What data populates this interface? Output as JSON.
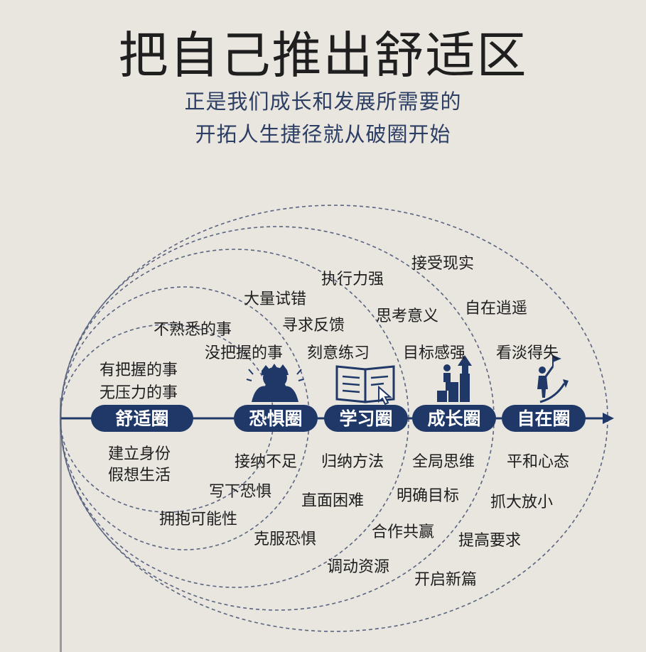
{
  "title": "把自己推出舒适区",
  "subtitle_lines": [
    "正是我们成长和发展所需要的",
    "开拓人生捷径就从破圈开始"
  ],
  "zones": [
    {
      "name": "舒适圈",
      "icon": null
    },
    {
      "name": "恐惧圈",
      "icon": "fearful-person-icon"
    },
    {
      "name": "学习圈",
      "icon": "book-cursor-icon"
    },
    {
      "name": "成长圈",
      "icon": "climbing-steps-arrow-icon"
    },
    {
      "name": "自在圈",
      "icon": "flag-person-icon"
    }
  ],
  "comfort": {
    "top": [
      "有把握的事",
      "无压力的事"
    ],
    "bottom": [
      "建立身份",
      "假想生活"
    ]
  },
  "fear": {
    "top": [
      "不熟悉的事",
      "没把握的事"
    ],
    "bottom": [
      "接纳不足",
      "写下恐惧",
      "拥抱可能性"
    ]
  },
  "learning": {
    "top": [
      "大量试错",
      "寻求反馈",
      "刻意练习"
    ],
    "bottom": [
      "归纳方法",
      "直面困难",
      "克服恐惧"
    ]
  },
  "growth": {
    "top": [
      "执行力强",
      "思考意义",
      "目标感强"
    ],
    "bottom": [
      "全局思维",
      "明确目标",
      "合作共赢",
      "调动资源"
    ]
  },
  "freedom": {
    "top": [
      "接受现实",
      "自在逍遥",
      "看淡得失"
    ],
    "bottom": [
      "平和心态",
      "抓大放小",
      "提高要求",
      "开启新篇"
    ]
  },
  "colors": {
    "navy": "#1f3868",
    "background": "#e9e6e0",
    "dashed": "#5a6480"
  }
}
